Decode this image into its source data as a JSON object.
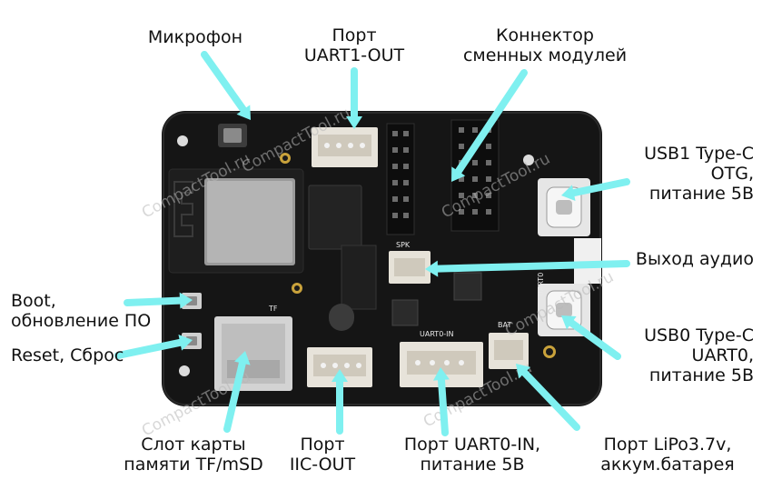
{
  "labels": {
    "mic": "Микрофон",
    "uart1_line1": "Порт",
    "uart1_line2": "UART1-OUT",
    "module_line1": "Коннектор",
    "module_line2": "сменных модулей",
    "usb1_line1": "USB1 Type-C",
    "usb1_line2": "OTG,",
    "usb1_line3": "питание 5В",
    "audio": "Выход аудио",
    "boot_line1": "Boot,",
    "boot_line2": "обновление ПО",
    "reset": "Reset, Сброс",
    "usb0_line1": "USB0 Type-C",
    "usb0_line2": "UART0,",
    "usb0_line3": "питание 5В",
    "sd_line1": "Слот карты",
    "sd_line2": "памяти TF/mSD",
    "iic_line1": "Порт",
    "iic_line2": "IIC-OUT",
    "uart0_line1": "Порт UART0-IN,",
    "uart0_line2": "питание 5В",
    "lipo_line1": "Порт LiPo3.7v,",
    "lipo_line2": "аккум.батарея"
  },
  "board_marks": {
    "spk": "SPK",
    "bat": "BAT",
    "uart0_in": "UART0-IN",
    "tf": "TF",
    "uart0": "UART0"
  },
  "watermark": "CompactTool.ru",
  "colors": {
    "arrow": "#7ff0f0",
    "board": "#141414",
    "text": "#111111"
  }
}
